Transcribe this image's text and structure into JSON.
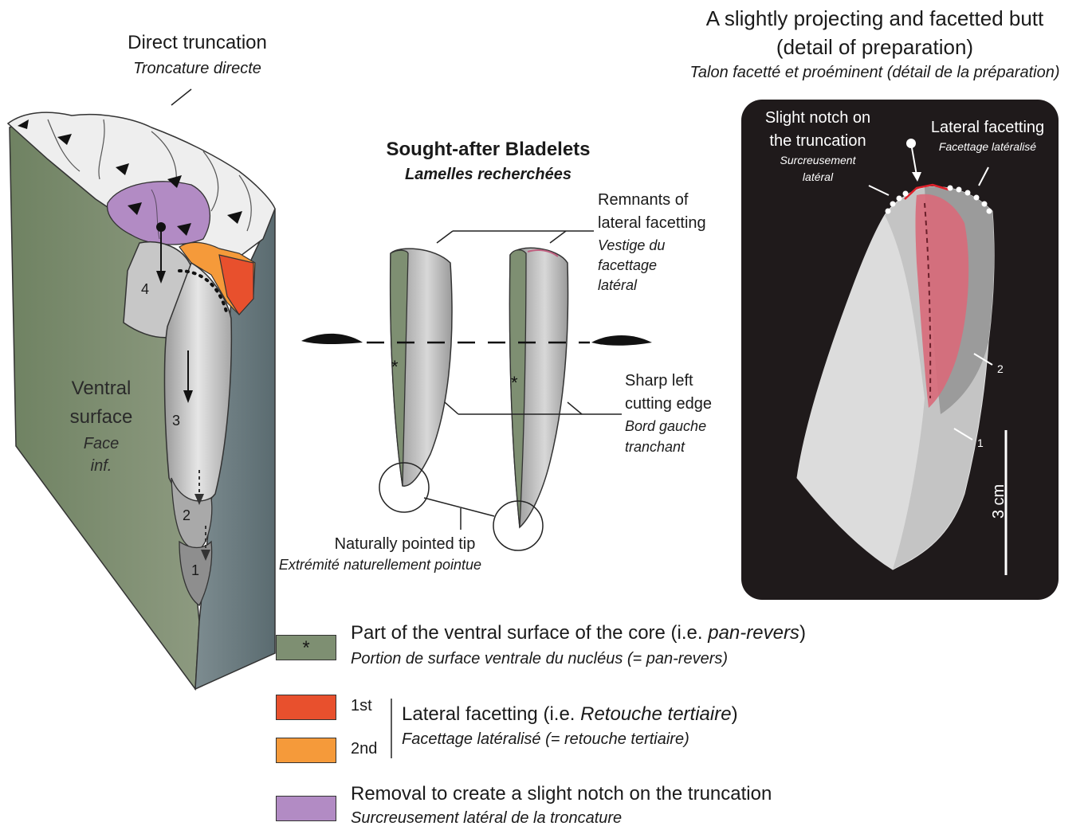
{
  "top_left": {
    "title": "Direct truncation",
    "subtitle": "Troncature directe"
  },
  "block": {
    "ventral_1": "Ventral",
    "ventral_2": "surface",
    "ventral_fr_1": "Face",
    "ventral_fr_2": "inf.",
    "numbers": [
      "4",
      "3",
      "2",
      "1"
    ]
  },
  "middle": {
    "title": "Sought-after Bladelets",
    "subtitle": "Lamelles recherchées",
    "remnants_1": "Remnants of",
    "remnants_2": "lateral facetting",
    "remnants_fr_1": "Vestige du",
    "remnants_fr_2": "facettage",
    "remnants_fr_3": "latéral",
    "sharp_1": "Sharp left",
    "sharp_2": "cutting edge",
    "sharp_fr_1": "Bord gauche",
    "sharp_fr_2": "tranchant",
    "tip": "Naturally pointed tip",
    "tip_fr": "Extrémité naturellement pointue"
  },
  "right": {
    "title_1": "A slightly projecting and facetted butt",
    "title_2": "(detail of preparation)",
    "subtitle": "Talon facetté et proéminent (détail de la préparation)",
    "notch_1": "Slight notch on",
    "notch_2": "the truncation",
    "notch_fr_1": "Surcreusement",
    "notch_fr_2": "latéral",
    "lateral": "Lateral facetting",
    "lateral_fr": "Facettage latéralisé",
    "num_2": "2",
    "num_1": "1",
    "scale": "3 cm"
  },
  "legend": {
    "ventral_en_a": "Part of the ventral surface of the core (i.e. ",
    "ventral_en_b": "pan-revers",
    "ventral_en_c": ")",
    "ventral_fr": "Portion de surface ventrale du nucléus (= pan-revers)",
    "first": "1st",
    "second": "2nd",
    "lateral_en_a": "Lateral facetting (i.e. ",
    "lateral_en_b": "Retouche tertiaire",
    "lateral_en_c": ")",
    "lateral_fr": "Facettage latéralisé (= retouche tertiaire)",
    "removal_en": "Removal to create a slight notch on the truncation",
    "removal_fr": "Surcreusement latéral de la troncature",
    "asterisk": "*"
  },
  "colors": {
    "ventral_green": "#7e8f72",
    "first_red": "#e8502d",
    "second_orange": "#f59a3a",
    "notch_purple": "#b28bc4",
    "photo_bg": "#1f1a1b"
  }
}
